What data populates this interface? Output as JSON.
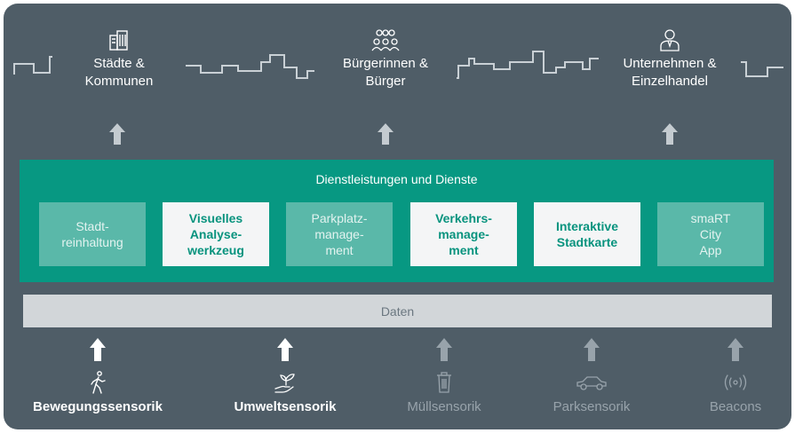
{
  "stakeholders": [
    {
      "label": "Städte &\nKommunen",
      "icon": "city-buildings-icon"
    },
    {
      "label": "Bürgerinnen &\nBürger",
      "icon": "people-group-icon"
    },
    {
      "label": "Unternehmen &\nEinzelhandel",
      "icon": "business-person-icon"
    }
  ],
  "services": {
    "title": "Dienstleistungen und Dienste",
    "tiles": [
      {
        "label": "Stadt-\nreinhaltung",
        "highlighted": false
      },
      {
        "label": "Visuelles\nAnalyse-\nwerkzeug",
        "highlighted": true
      },
      {
        "label": "Parkplatz-\nmanage-\nment",
        "highlighted": false
      },
      {
        "label": "Verkehrs-\nmanage-\nment",
        "highlighted": true
      },
      {
        "label": "Interaktive\nStadtkarte",
        "highlighted": true
      },
      {
        "label": "smaRT\nCity\nApp",
        "highlighted": false
      }
    ]
  },
  "data_layer": {
    "label": "Daten"
  },
  "sensors": [
    {
      "label": "Bewegungssensorik",
      "icon": "walking-person-icon",
      "active": true
    },
    {
      "label": "Umweltsensorik",
      "icon": "plant-hand-icon",
      "active": true
    },
    {
      "label": "Müllsensorik",
      "icon": "trash-bin-icon",
      "active": false
    },
    {
      "label": "Parksensorik",
      "icon": "car-icon",
      "active": false
    },
    {
      "label": "Beacons",
      "icon": "signal-broadcast-icon",
      "active": false
    }
  ],
  "colors": {
    "background": "#4f5d67",
    "teal": "#079882",
    "tile_light": "#5ab8a9",
    "tile_highlight": "#f4f5f6",
    "data_bar": "#d2d6d9",
    "inactive": "#98a3ab"
  }
}
